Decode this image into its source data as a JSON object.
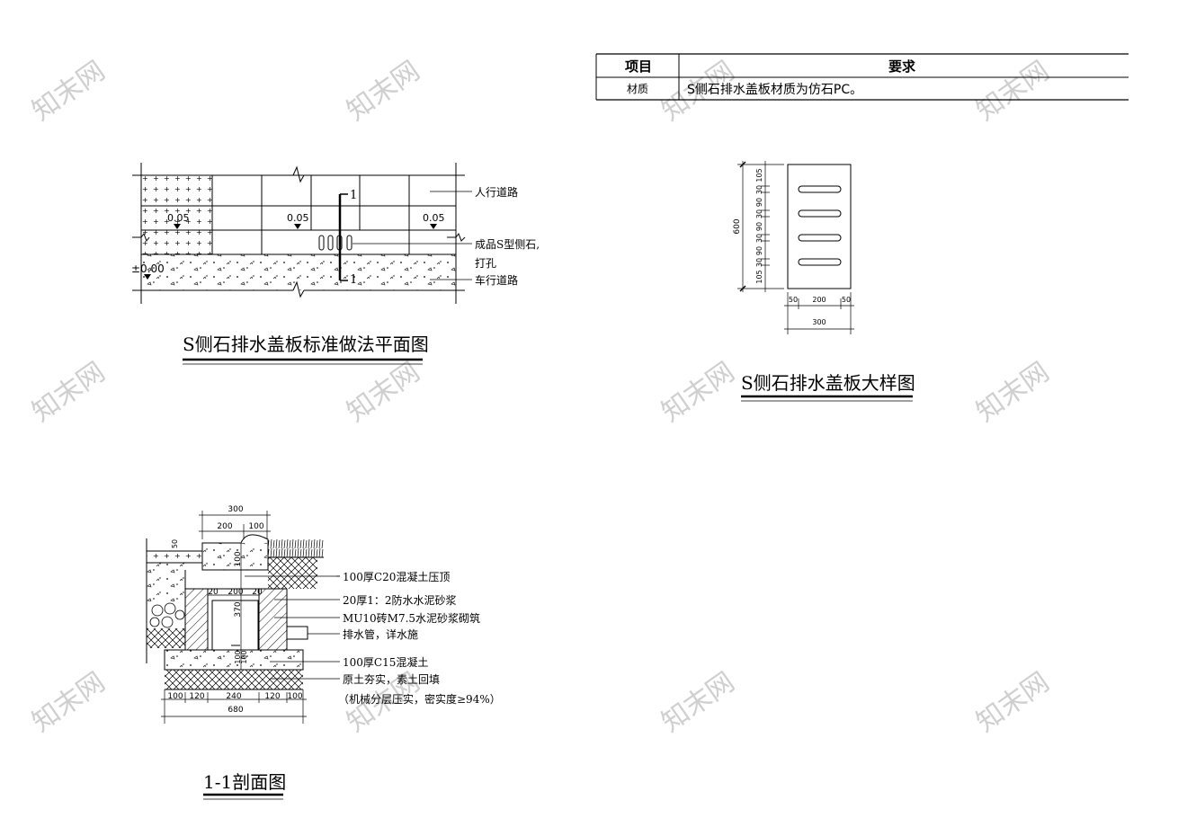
{
  "watermark": "知末网",
  "requirements_table": {
    "headers": [
      "项目",
      "要求"
    ],
    "rows": [
      [
        "材质",
        "S侧石排水盖板材质为仿石PC。"
      ]
    ]
  },
  "plan_view": {
    "title": "S侧石排水盖板标准做法平面图",
    "levels": [
      "0.05",
      "0.05",
      "0.05",
      "±0.00"
    ],
    "section_mark": "1",
    "labels": {
      "sidewalk": "人行道路",
      "curb_line1": "成品S型侧石,",
      "curb_line2": "打孔",
      "roadway": "车行道路"
    }
  },
  "detail_view": {
    "title": "S侧石排水盖板大样图",
    "vertical_total": "600",
    "vertical_dims": [
      "105",
      "30",
      "90",
      "30",
      "90",
      "30",
      "90",
      "30",
      "105"
    ],
    "horizontal_dims": [
      "50",
      "200",
      "50"
    ],
    "horizontal_total": "300"
  },
  "section_view": {
    "title": "1-1剖面图",
    "top_dims": {
      "total": "300",
      "parts": [
        "200",
        "100"
      ]
    },
    "inner_dims": [
      "20",
      "200",
      "20"
    ],
    "vertical_dims": [
      "50",
      "100",
      "370",
      "100",
      "100"
    ],
    "bottom_dims": [
      "100",
      "120",
      "240",
      "120",
      "100"
    ],
    "bottom_total": "680",
    "callouts": [
      "100厚C20混凝土压顶",
      "20厚1：2防水水泥砂浆",
      "MU10砖M7.5水泥砂浆砌筑",
      "排水管，详水施",
      "100厚C15混凝土",
      "原土夯实，素土回填",
      "（机械分层压实，密实度≥94%）"
    ]
  }
}
